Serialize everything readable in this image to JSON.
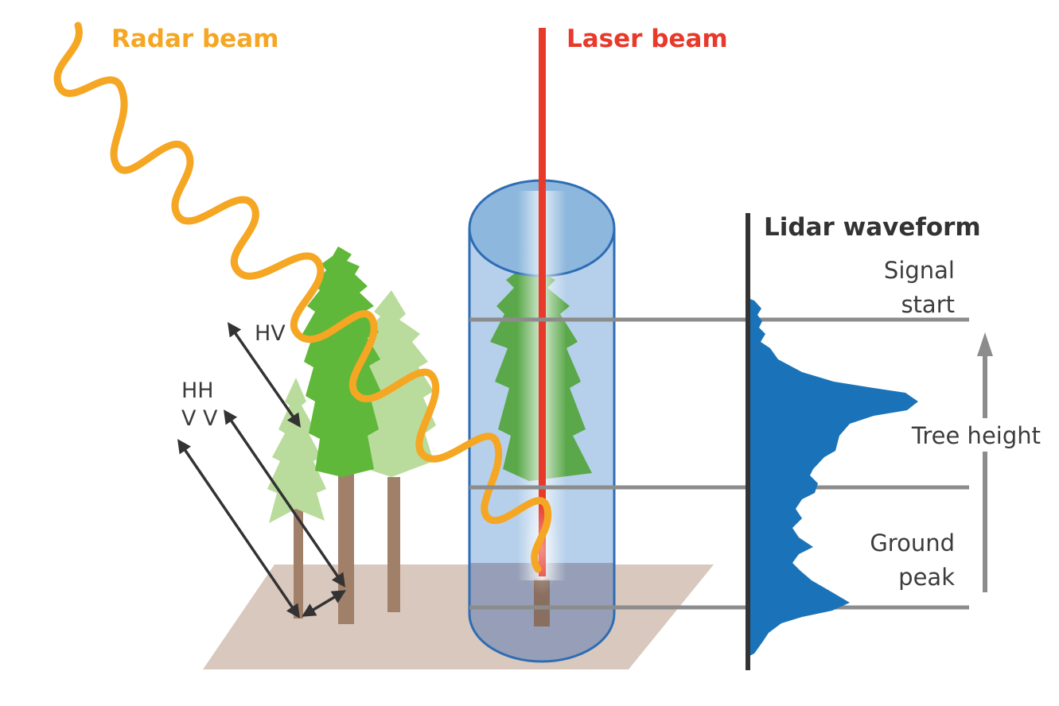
{
  "labels": {
    "radar_beam": "Radar beam",
    "laser_beam": "Laser beam",
    "waveform_title": "Lidar waveform",
    "signal_start_line1": "Signal",
    "signal_start_line2": "start",
    "tree_height": "Tree height",
    "ground_peak_line1": "Ground",
    "ground_peak_line2": "peak",
    "hv": "HV",
    "hh": "HH",
    "vv": "V V"
  },
  "colors": {
    "radar": "#f5a623",
    "laser": "#e8392a",
    "cylinder_fill": "#a9c8e8",
    "cylinder_stroke": "#2e6db4",
    "waveform": "#1a73b8",
    "ground": "#d9c8bd",
    "tree_dark": "#5fb83a",
    "tree_light": "#b9dc9c",
    "trunk": "#a1806a",
    "line_grey": "#8c8c8c",
    "arrow_dark": "#333333"
  }
}
